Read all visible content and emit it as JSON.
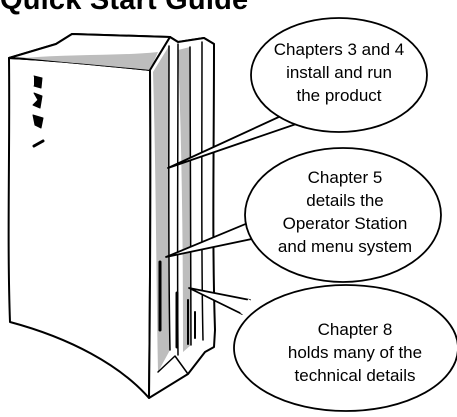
{
  "heading": "Quick Start Guide",
  "callouts": [
    {
      "lines": [
        "Chapters 3 and 4",
        "install and run",
        "the product"
      ]
    },
    {
      "lines": [
        "Chapter 5",
        "details the",
        "Operator Station",
        "and menu system"
      ]
    },
    {
      "lines": [
        "Chapter 8",
        "holds many of the",
        "technical details"
      ]
    }
  ],
  "colors": {
    "ink": "#000000",
    "page_shade": "#bdbdbd",
    "paper": "#ffffff"
  }
}
